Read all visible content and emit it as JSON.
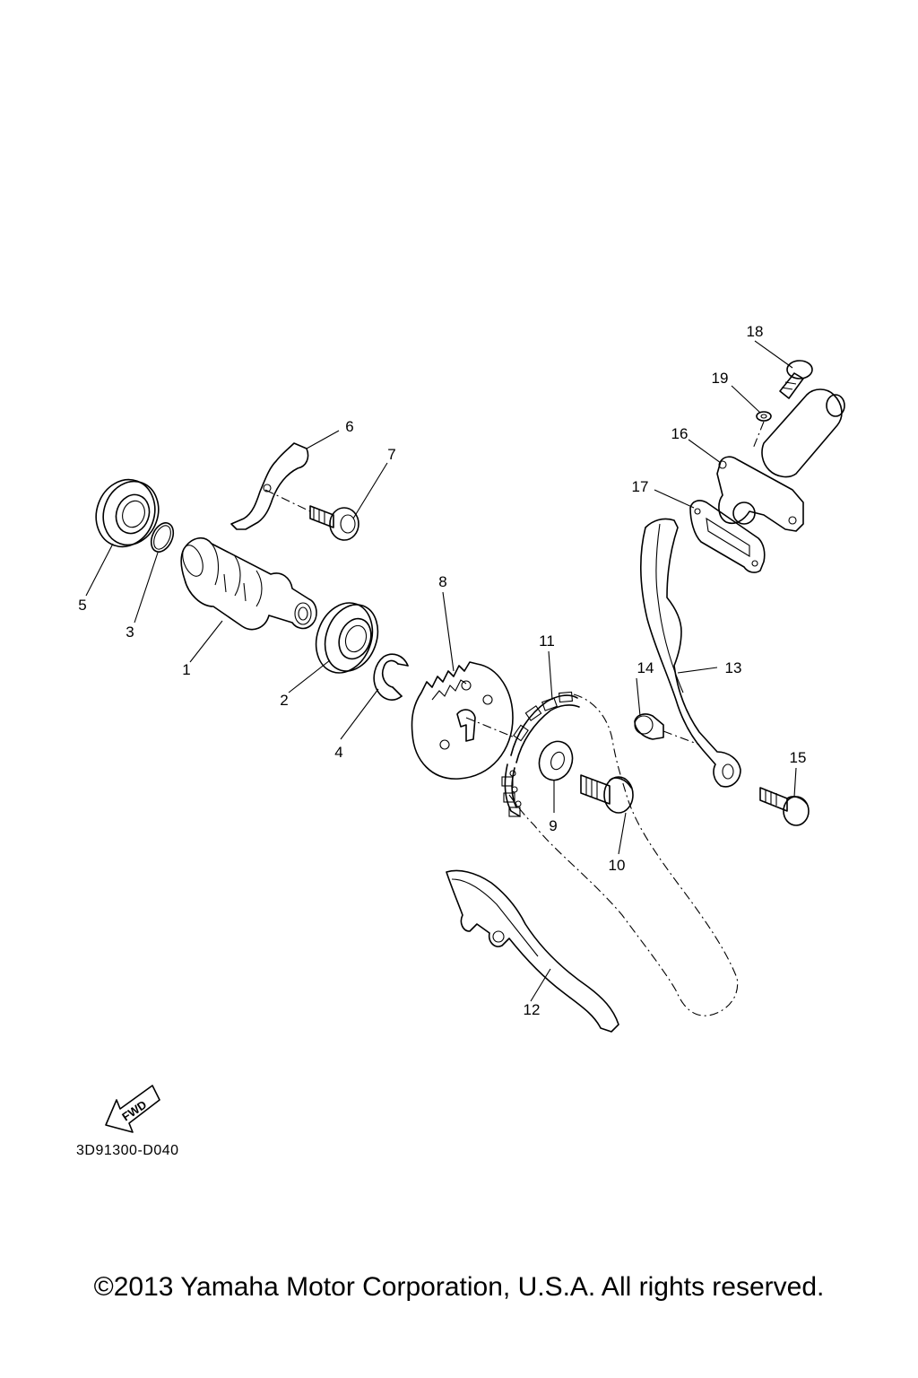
{
  "diagram": {
    "code": "3D91300-D040",
    "fwd_label": "FWD",
    "copyright": "©2013 Yamaha Motor Corporation, U.S.A. All rights reserved."
  },
  "callouts": [
    {
      "id": "1",
      "label": "1"
    },
    {
      "id": "2",
      "label": "2"
    },
    {
      "id": "3",
      "label": "3"
    },
    {
      "id": "4",
      "label": "4"
    },
    {
      "id": "5",
      "label": "5"
    },
    {
      "id": "6",
      "label": "6"
    },
    {
      "id": "7",
      "label": "7"
    },
    {
      "id": "8",
      "label": "8"
    },
    {
      "id": "9",
      "label": "9"
    },
    {
      "id": "10",
      "label": "10"
    },
    {
      "id": "11",
      "label": "11"
    },
    {
      "id": "12",
      "label": "12"
    },
    {
      "id": "13",
      "label": "13"
    },
    {
      "id": "14",
      "label": "14"
    },
    {
      "id": "15",
      "label": "15"
    },
    {
      "id": "16",
      "label": "16"
    },
    {
      "id": "17",
      "label": "17"
    },
    {
      "id": "18",
      "label": "18"
    },
    {
      "id": "19",
      "label": "19"
    }
  ]
}
